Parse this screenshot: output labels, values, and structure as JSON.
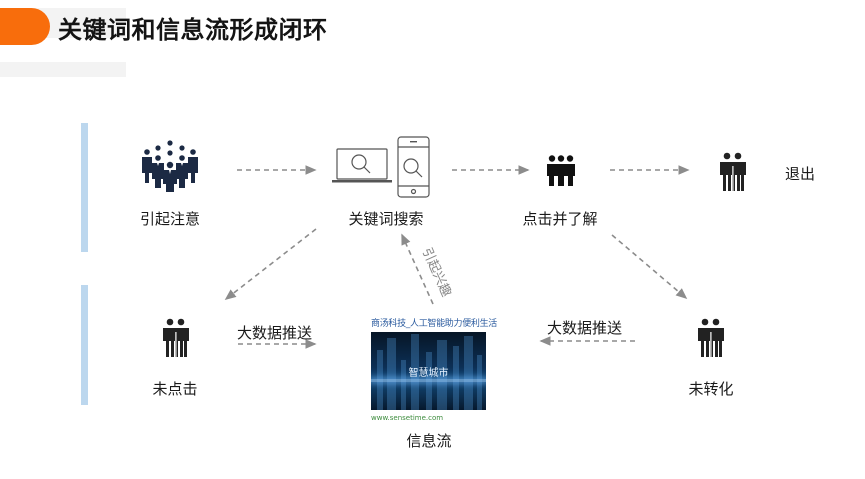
{
  "slide": {
    "title": "关键词和信息流形成闭环",
    "accent_color": "#f86d0c",
    "side_bar_color": "#bcd7ee",
    "icon_color": "#1c2a44",
    "arrow_color": "#8c8c8c"
  },
  "nodes": {
    "attention": {
      "label": "引起注意",
      "icon": "crowd-icon"
    },
    "search": {
      "label": "关键词搜索",
      "icon": "laptop-phone-search-icon"
    },
    "click": {
      "label": "点击并了解",
      "icon": "group-icon"
    },
    "exit": {
      "label": "退出",
      "icon": "pair-icon"
    },
    "no_click": {
      "label": "未点击",
      "icon": "pair-icon"
    },
    "feed": {
      "label": "信息流",
      "icon": "feed-card"
    },
    "no_convert": {
      "label": "未转化",
      "icon": "pair-icon"
    }
  },
  "edges": {
    "interest": "引起兴趣",
    "push_left": "大数据推送",
    "push_right": "大数据推送"
  },
  "feed_card": {
    "caption": "商汤科技_人工智能助力便利生活",
    "image_title": "智慧城市",
    "url": "www.sensetime.com"
  }
}
